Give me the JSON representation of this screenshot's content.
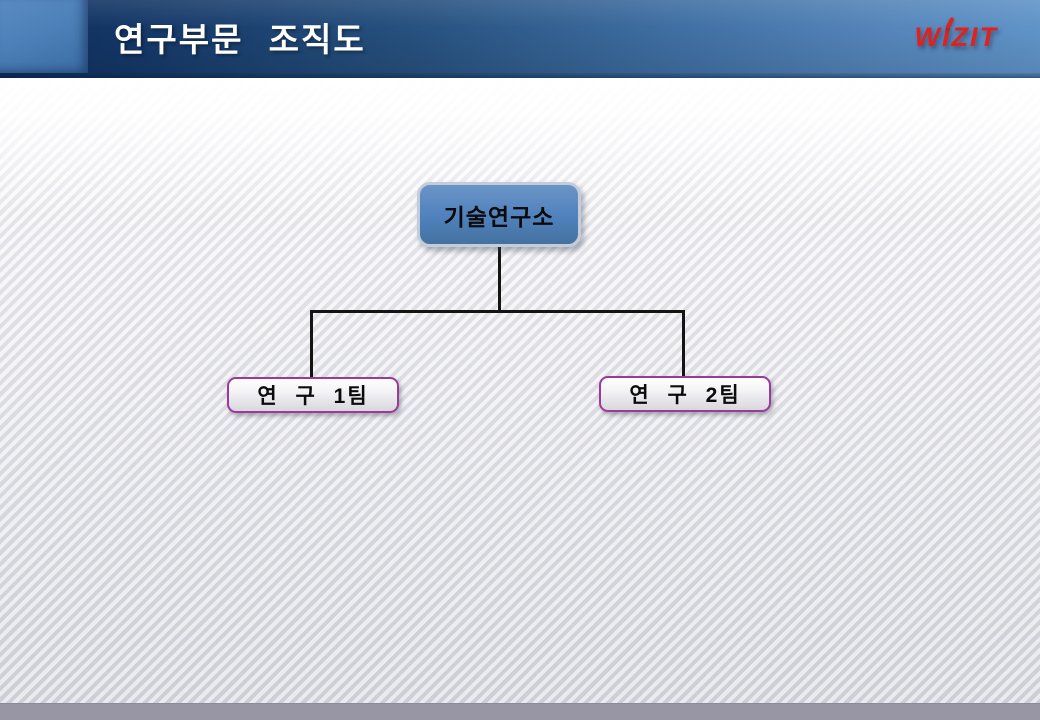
{
  "header": {
    "title": "연구부문 조직도",
    "logo_text": "WIZIT"
  },
  "org_chart": {
    "root": {
      "label": "기술연구소"
    },
    "teams": [
      {
        "label": "연 구 1팀"
      },
      {
        "label": "연 구 2팀"
      }
    ]
  },
  "colors": {
    "header_navy": "#143767",
    "header_light_blue": "#6094c8",
    "accent_square_blue": "#4d80b8",
    "logo_red": "#e0221e",
    "root_node_fill": "#4f81bd",
    "root_node_border": "#c2cdd9",
    "team_border_purple": "#9b3a9b",
    "connector_black": "#141414",
    "footer_gray": "#9896a5"
  }
}
